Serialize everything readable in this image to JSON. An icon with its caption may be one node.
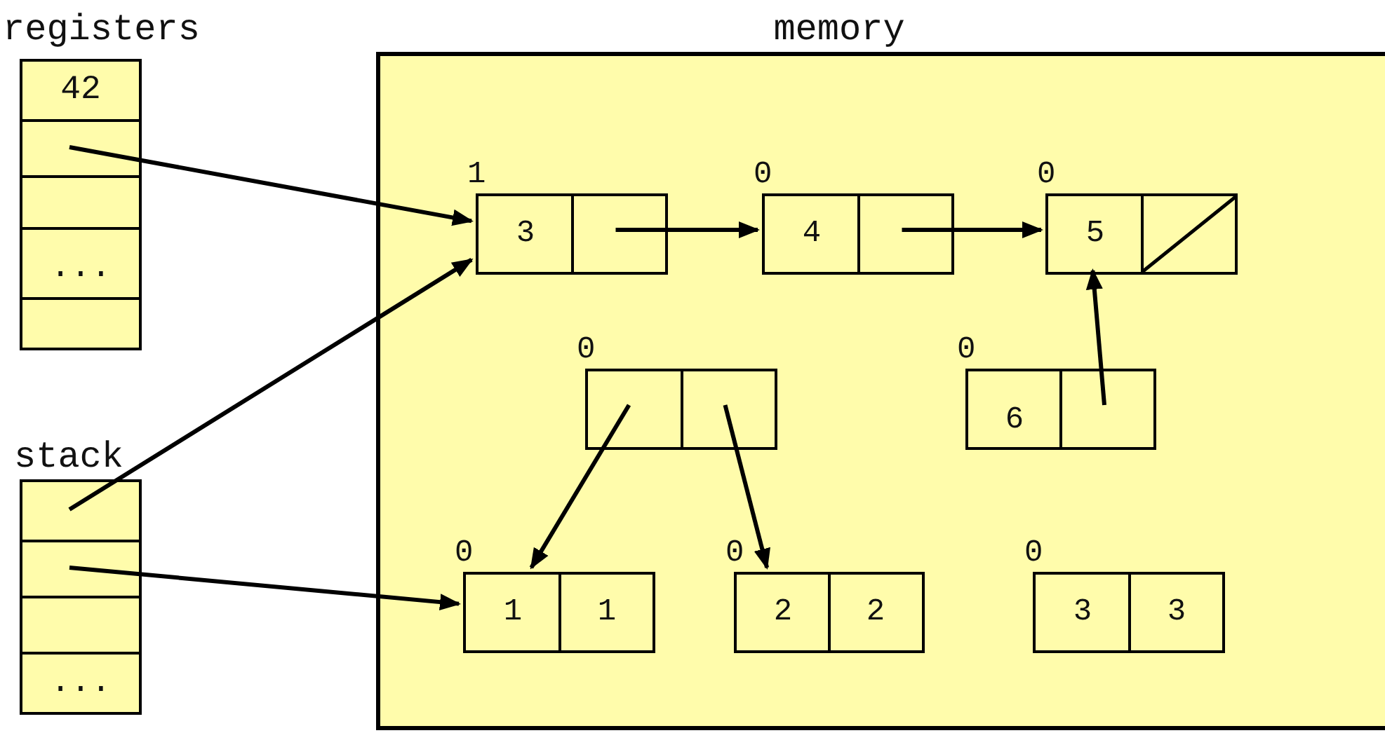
{
  "diagram": {
    "nodes": [
      {
        "text": [
          "registers"
        ]
      },
      {
        "text": [
          "42"
        ],
        "in": 0
      },
      {
        "text": [],
        "shape": "box",
        "in": 0
      },
      {
        "text": [],
        "shape": "box",
        "in": 0
      },
      {
        "text": [
          "..."
        ],
        "in": 0
      },
      {
        "text": [],
        "shape": "box",
        "in": 0
      },
      {
        "text": [
          "stack"
        ]
      },
      {
        "text": [],
        "shape": "box",
        "in": 6
      },
      {
        "text": [],
        "shape": "box",
        "in": 6
      },
      {
        "text": [],
        "shape": "box",
        "in": 6
      },
      {
        "text": [
          "..."
        ],
        "in": 6
      },
      {
        "text": [
          "memory"
        ]
      },
      {
        "text": [
          "3"
        ],
        "beside": [
          "1"
        ],
        "in": 11
      },
      {
        "text": [
          "4"
        ],
        "beside": [
          "0"
        ],
        "in": 11
      },
      {
        "text": [
          "5"
        ],
        "beside": [
          "0"
        ],
        "in": 11
      },
      {
        "text": [],
        "shape": "box",
        "beside": [
          "0"
        ],
        "in": 11
      },
      {
        "text": [
          "6"
        ],
        "beside": [
          "0"
        ],
        "in": 11
      },
      {
        "text": [
          "1",
          "1"
        ],
        "beside": [
          "0"
        ],
        "in": 11
      },
      {
        "text": [
          "2",
          "2"
        ],
        "beside": [
          "0"
        ],
        "in": 11
      },
      {
        "text": [
          "3",
          "3"
        ],
        "beside": [
          "0"
        ],
        "in": 11
      }
    ],
    "edges": [
      {
        "from": 2,
        "to": 12,
        "arrow": "to"
      },
      {
        "from": 7,
        "to": 12,
        "arrow": "to"
      },
      {
        "from": 8,
        "to": 17,
        "arrow": "to"
      },
      {
        "from": 12,
        "to": 13,
        "arrow": "to"
      },
      {
        "from": 13,
        "to": 14,
        "arrow": "to"
      },
      {
        "from": 16,
        "to": 14,
        "arrow": "to"
      },
      {
        "from": 15,
        "to": 17,
        "arrow": "to"
      },
      {
        "from": 15,
        "to": 18,
        "arrow": "to"
      }
    ]
  }
}
